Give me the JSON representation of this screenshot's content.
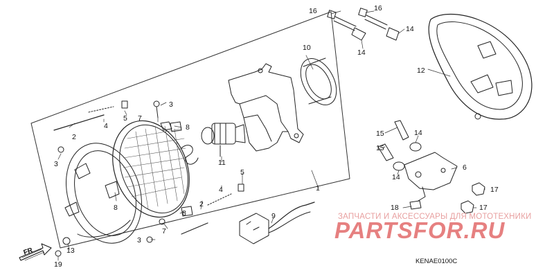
{
  "callouts": [
    {
      "key": "c1",
      "text": "1"
    },
    {
      "key": "c2a",
      "text": "2"
    },
    {
      "key": "c2b",
      "text": "2"
    },
    {
      "key": "c3a",
      "text": "3"
    },
    {
      "key": "c3b",
      "text": "3"
    },
    {
      "key": "c3c",
      "text": "3"
    },
    {
      "key": "c4a",
      "text": "4"
    },
    {
      "key": "c4b",
      "text": "4"
    },
    {
      "key": "c5a",
      "text": "5"
    },
    {
      "key": "c5b",
      "text": "5"
    },
    {
      "key": "c6",
      "text": "6"
    },
    {
      "key": "c7a",
      "text": "7"
    },
    {
      "key": "c7b",
      "text": "7"
    },
    {
      "key": "c8a",
      "text": "8"
    },
    {
      "key": "c8b",
      "text": "8"
    },
    {
      "key": "c8c",
      "text": "8"
    },
    {
      "key": "c9",
      "text": "9"
    },
    {
      "key": "c10",
      "text": "10"
    },
    {
      "key": "c11",
      "text": "11"
    },
    {
      "key": "c12",
      "text": "12"
    },
    {
      "key": "c13",
      "text": "13"
    },
    {
      "key": "c14a",
      "text": "14"
    },
    {
      "key": "c14b",
      "text": "14"
    },
    {
      "key": "c14c",
      "text": "14"
    },
    {
      "key": "c14d",
      "text": "14"
    },
    {
      "key": "c15a",
      "text": "15"
    },
    {
      "key": "c15b",
      "text": "15"
    },
    {
      "key": "c16a",
      "text": "16"
    },
    {
      "key": "c16b",
      "text": "16"
    },
    {
      "key": "c17a",
      "text": "17"
    },
    {
      "key": "c17b",
      "text": "17"
    },
    {
      "key": "c18",
      "text": "18"
    },
    {
      "key": "c19",
      "text": "19"
    }
  ],
  "direction_label": "FR",
  "watermark": {
    "caption": "ЗАПЧАСТИ И АКСЕССУАРЫ ДЛЯ МОТОТЕХНИКИ",
    "logo": "PARTSFOR.RU"
  },
  "diagram_code": "KENAE0100C"
}
